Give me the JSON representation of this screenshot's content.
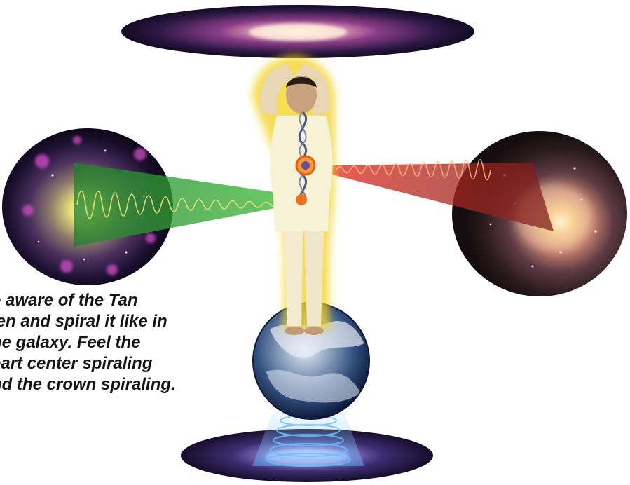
{
  "caption": {
    "lines": [
      "e aware of the Tan",
      "ien and spiral it like in",
      "he galaxy. Feel the",
      "eart center spiraling",
      "nd the crown spiraling."
    ]
  },
  "illustration": {
    "figure": "standing-figure-meditation",
    "elements": [
      "top-galaxy-disc",
      "left-galaxy",
      "right-galaxy",
      "earth-globe",
      "bottom-galaxy-disc",
      "green-energy-beam",
      "red-energy-beam",
      "blue-spiral-column"
    ],
    "colors": {
      "left_beam": "#3fae3a",
      "right_beam": "#c8302a",
      "aura": "#f2d21b",
      "body": "#f7f2d6",
      "spiral": "#5fb4ff"
    }
  }
}
